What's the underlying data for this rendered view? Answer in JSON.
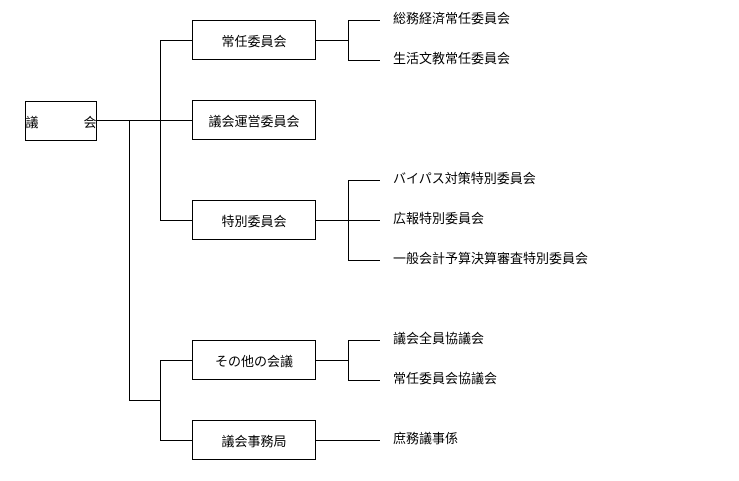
{
  "root": "議　会",
  "committees": [
    {
      "label": "常任委員会",
      "children": [
        "総務経済常任委員会",
        "生活文教常任委員会"
      ]
    },
    {
      "label": "議会運営委員会",
      "children": []
    },
    {
      "label": "特別委員会",
      "children": [
        "バイパス対策特別委員会",
        "広報特別委員会",
        "一般会計予算決算審査特別委員会"
      ]
    },
    {
      "label": "その他の会議",
      "children": [
        "議会全員協議会",
        "常任委員会協議会"
      ]
    },
    {
      "label": "議会事務局",
      "children": [
        "庶務議事係"
      ]
    }
  ]
}
